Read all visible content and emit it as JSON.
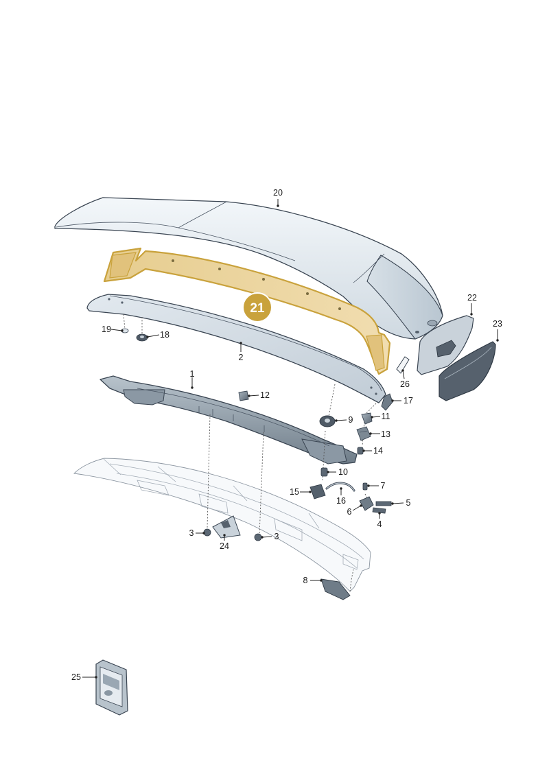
{
  "highlight_color": "#c9a23c",
  "callouts": {
    "c1": "1",
    "c2": "2",
    "c3a": "3",
    "c3b": "3",
    "c4": "4",
    "c5": "5",
    "c6": "6",
    "c7": "7",
    "c8": "8",
    "c9": "9",
    "c10": "10",
    "c11": "11",
    "c12": "12",
    "c13": "13",
    "c14": "14",
    "c15": "15",
    "c16": "16",
    "c17": "17",
    "c18": "18",
    "c19": "19",
    "c20": "20",
    "c22": "22",
    "c23": "23",
    "c24": "24",
    "c25": "25",
    "c26": "26"
  },
  "badge": {
    "label": "21"
  }
}
